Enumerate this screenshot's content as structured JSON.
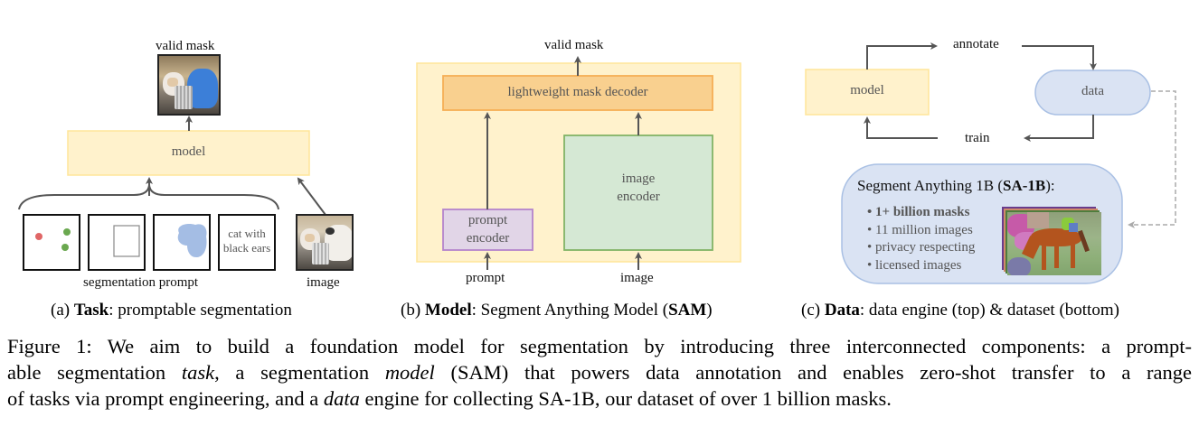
{
  "panel_a": {
    "output_label": "valid mask",
    "model_label": "model",
    "prompt_group_label": "segmentation prompt",
    "image_label": "image",
    "text_prompt": [
      "cat with",
      "black ears"
    ],
    "caption_prefix": "(a) ",
    "caption_bold": "Task",
    "caption_rest": ": promptable segmentation",
    "prompt_types": [
      "points",
      "box",
      "mask",
      "text"
    ],
    "colors": {
      "model_fill": "#fff2cc",
      "model_border": "#ffe599",
      "point_foreground": "#6aa84f",
      "point_background": "#e06666",
      "mask_prompt": "#a4bde4",
      "mask_overlay": "#3c7fd8"
    }
  },
  "panel_b": {
    "output_label": "valid mask",
    "decoder_label": "lightweight mask decoder",
    "image_encoder_label": [
      "image",
      "encoder"
    ],
    "prompt_encoder_label": [
      "prompt",
      "encoder"
    ],
    "prompt_input_label": "prompt",
    "image_input_label": "image",
    "caption_prefix": "(b) ",
    "caption_bold": "Model",
    "caption_mid": ": Segment Anything Model (",
    "caption_bold2": "SAM",
    "caption_end": ")",
    "colors": {
      "outer_fill": "#fff2cc",
      "decoder_fill": "#f9d08f",
      "decoder_border": "#f6ae55",
      "image_encoder_fill": "#d5e8d4",
      "image_encoder_border": "#82b366",
      "prompt_encoder_fill": "#e1d5e7",
      "prompt_encoder_border": "#b584cc"
    }
  },
  "panel_c": {
    "model_label": "model",
    "data_label": "data",
    "annotate_label": "annotate",
    "train_label": "train",
    "dataset_title_prefix": "Segment Anything 1B (",
    "dataset_title_bold": "SA-1B",
    "dataset_title_suffix": "):",
    "dataset_bullets": [
      {
        "text": "1+ billion masks",
        "bold": true
      },
      {
        "text": "11 million images",
        "bold": false
      },
      {
        "text": "privacy respecting",
        "bold": false
      },
      {
        "text": "licensed images",
        "bold": false
      }
    ],
    "caption_prefix": "(c) ",
    "caption_bold": "Data",
    "caption_rest": ": data engine (top) & dataset (bottom)",
    "colors": {
      "model_fill": "#fff2cc",
      "model_border": "#ffe599",
      "data_fill": "#dae3f3",
      "data_border": "#a9c0e4"
    }
  },
  "figure_caption": {
    "lines": [
      [
        {
          "t": "Figure 1: We aim to build a foundation model for segmentation by introducing three interconnected components: a prompt-",
          "i": false
        }
      ],
      [
        {
          "t": "able segmentation ",
          "i": false
        },
        {
          "t": "task",
          "i": true
        },
        {
          "t": ", a segmentation ",
          "i": false
        },
        {
          "t": "model",
          "i": true
        },
        {
          "t": " (SAM) that powers data annotation and enables zero-shot transfer to a range",
          "i": false
        }
      ],
      [
        {
          "t": "of tasks via prompt engineering, and a ",
          "i": false
        },
        {
          "t": "data",
          "i": true
        },
        {
          "t": " engine for collecting SA-1B, our dataset of over 1 billion masks.",
          "i": false
        }
      ]
    ]
  }
}
